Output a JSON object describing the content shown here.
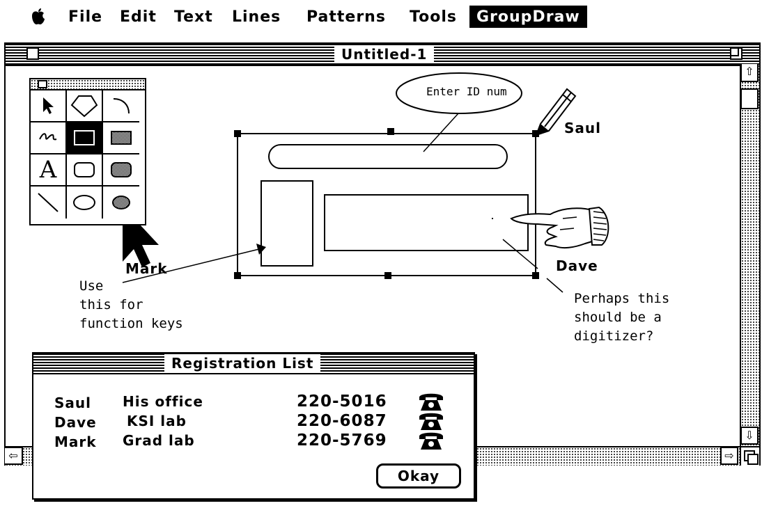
{
  "menubar": {
    "apple_icon": "apple-icon",
    "items": [
      {
        "label": "File"
      },
      {
        "label": "Edit"
      },
      {
        "label": "Text"
      },
      {
        "label": "Lines"
      },
      {
        "label": "Patterns"
      },
      {
        "label": "Tools"
      },
      {
        "label": "GroupDraw",
        "active": true
      }
    ]
  },
  "window": {
    "title": "Untitled-1"
  },
  "canvas": {
    "callout_text": "Enter ID num",
    "user_labels": {
      "saul": "Saul",
      "dave": "Dave",
      "mark": "Mark"
    },
    "notes": {
      "function_keys": [
        "Use",
        "this for",
        "function keys"
      ],
      "digitizer": [
        "Perhaps this",
        "should be a",
        "digitizer?"
      ]
    }
  },
  "registration": {
    "title": "Registration List",
    "rows": [
      {
        "name": "Saul",
        "location": "His office",
        "phone": "220-5016"
      },
      {
        "name": "Dave",
        "location": "KSI lab",
        "phone": "220-6087"
      },
      {
        "name": "Mark",
        "location": "Grad lab",
        "phone": "220-5769"
      }
    ],
    "okay_label": "Okay"
  },
  "colors": {
    "ink": "#000000",
    "paper": "#ffffff"
  }
}
